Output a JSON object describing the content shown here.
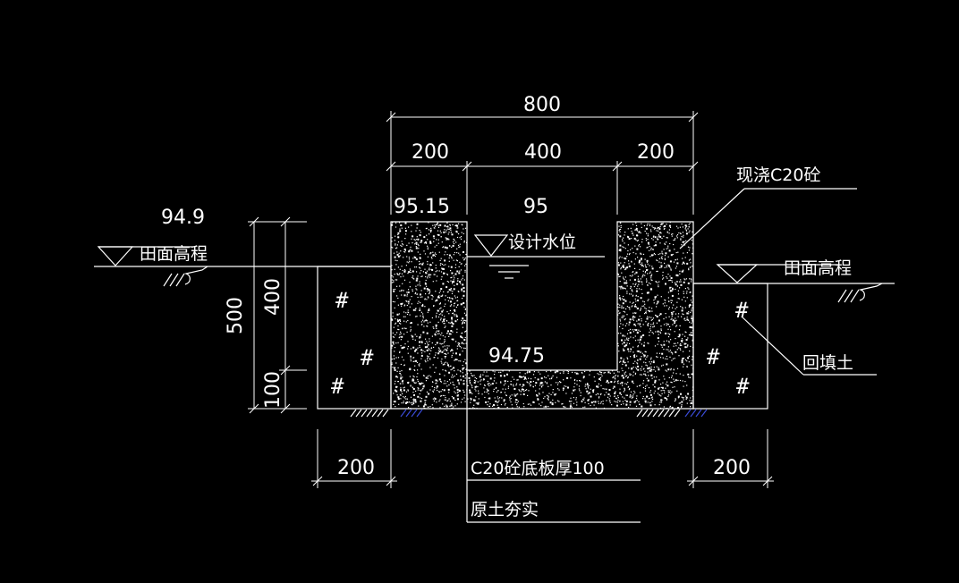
{
  "colors": {
    "background": "#000000",
    "line": "#ffffff",
    "soil_accent": "#3a4bd6"
  },
  "dimensions": {
    "total_width": "800",
    "left_wall": "200",
    "channel": "400",
    "right_wall": "200",
    "height_total": "500",
    "height_upper": "400",
    "height_lower": "100",
    "backfill_left": "200",
    "backfill_right": "200"
  },
  "elevations": {
    "ground_left": "94.9",
    "wall_top": "95.15",
    "design_water": "95",
    "channel_bottom": "94.75"
  },
  "labels": {
    "field_level_left": "田面高程",
    "field_level_right": "田面高程",
    "design_water_level": "设计水位",
    "cast_in_place": "现浇C20砼",
    "backfill": "回填土",
    "base_slab": "C20砼底板厚100",
    "compacted_soil": "原土夯实"
  },
  "hatch_symbol": "#",
  "icons": [
    "ground-hatch-icon",
    "elevation-triangle-icon",
    "water-level-icon"
  ]
}
